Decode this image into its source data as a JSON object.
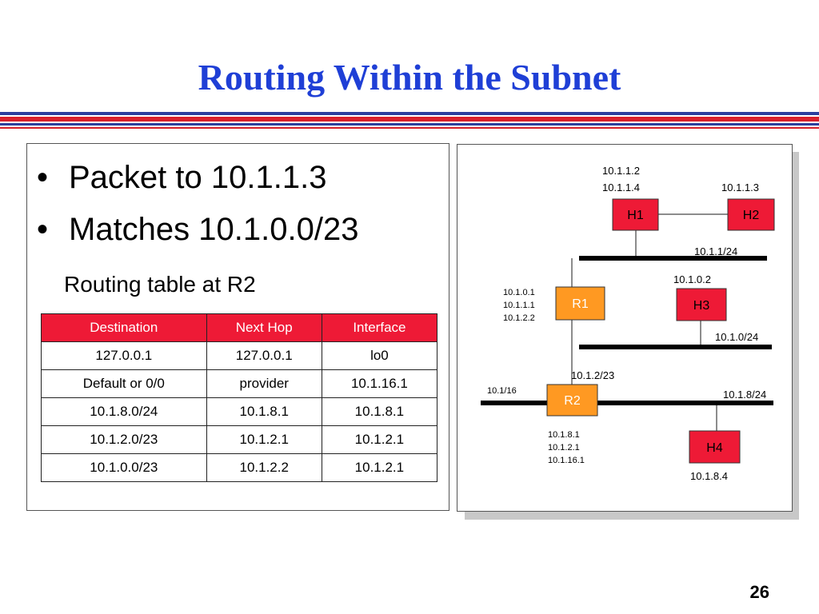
{
  "slide": {
    "title": "Routing Within the Subnet",
    "page_number": "26"
  },
  "bullets": [
    "Packet to 10.1.1.3",
    "Matches 10.1.0.0/23"
  ],
  "routing_table": {
    "caption": "Routing table at R2",
    "headers": [
      "Destination",
      "Next Hop",
      "Interface"
    ],
    "rows": [
      [
        "127.0.0.1",
        "127.0.0.1",
        "lo0"
      ],
      [
        "Default or 0/0",
        "provider",
        "10.1.16.1"
      ],
      [
        "10.1.8.0/24",
        "10.1.8.1",
        "10.1.8.1"
      ],
      [
        "10.1.2.0/23",
        "10.1.2.1",
        "10.1.2.1"
      ],
      [
        "10.1.0.0/23",
        "10.1.2.2",
        "10.1.2.1"
      ]
    ]
  },
  "diagram": {
    "nodes": {
      "h1": "H1",
      "h2": "H2",
      "h3": "H3",
      "h4": "H4",
      "r1": "R1",
      "r2": "R2"
    },
    "labels": {
      "h1_addr_1": "10.1.1.2",
      "h1_addr_2": "10.1.1.4",
      "h2_addr": "10.1.1.3",
      "subnet_1_1": "10.1.1/24",
      "h3_addr": "10.1.0.2",
      "r1_addr_1": "10.1.0.1",
      "r1_addr_2": "10.1.1.1",
      "r1_addr_3": "10.1.2.2",
      "subnet_1_0": "10.1.0/24",
      "subnet_1_2": "10.1.2/23",
      "subnet_1_16": "10.1/16",
      "subnet_1_8": "10.1.8/24",
      "r2_addr_1": "10.1.8.1",
      "r2_addr_2": "10.1.2.1",
      "r2_addr_3": "10.1.16.1",
      "h4_addr": "10.1.8.4"
    }
  },
  "colors": {
    "title": "#1f3fd6",
    "host_fill": "#ee1a36",
    "router_fill": "#ff9922",
    "table_header": "#ee1a36"
  }
}
